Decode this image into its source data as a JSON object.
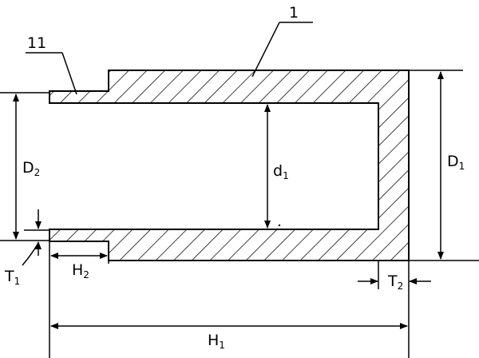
{
  "labels": {
    "part_1": "1",
    "part_11": "11",
    "D1": {
      "main": "D",
      "sub": "1"
    },
    "D2": {
      "main": "D",
      "sub": "2"
    },
    "d1": {
      "main": "d",
      "sub": "1"
    },
    "H1": {
      "main": "H",
      "sub": "1"
    },
    "H2": {
      "main": "H",
      "sub": "2"
    },
    "T1": {
      "main": "T",
      "sub": "1"
    },
    "T2": {
      "main": "T",
      "sub": "2"
    }
  }
}
